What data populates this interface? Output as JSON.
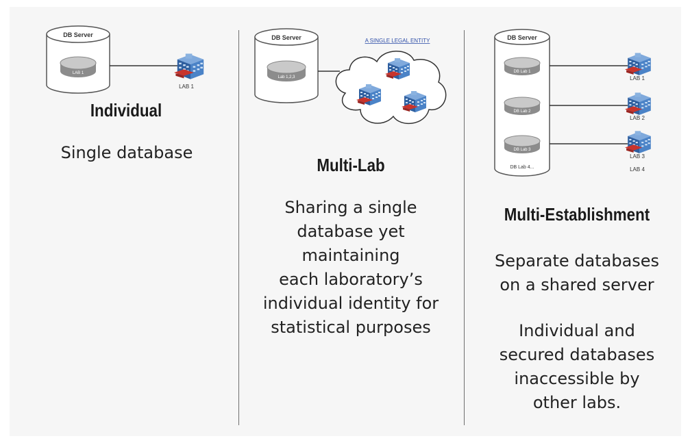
{
  "columns": [
    {
      "heading": "Individual",
      "lines": [
        "Single database"
      ],
      "diagram": {
        "server_label": "DB Server",
        "disk_labels": [
          "LAB 1"
        ],
        "building_labels": [
          "LAB 1"
        ]
      }
    },
    {
      "heading": "Multi-Lab",
      "lines": [
        "Sharing a single",
        "database yet",
        "maintaining",
        "each laboratory’s",
        "individual identity for",
        "statistical purposes"
      ],
      "diagram": {
        "server_label": "DB Server",
        "disk_labels": [
          "Lab 1,2,3"
        ],
        "entity_label": "A SINGLE LEGAL ENTITY"
      }
    },
    {
      "heading": "Multi-Establishment",
      "lines": [
        "Separate databases",
        "on a shared server"
      ],
      "lines2": [
        "Individual and",
        "secured databases",
        "inaccessible by",
        "other labs."
      ],
      "diagram": {
        "server_label": "DB Server",
        "disk_labels": [
          "DB Lab 1",
          "DB Lab 2",
          "DB Lab 3",
          "DB Lab 4..."
        ],
        "building_labels": [
          "LAB 1",
          "LAB 2",
          "LAB 3",
          "LAB 4"
        ]
      }
    }
  ],
  "colors": {
    "panel": "#f6f6f6",
    "divider": "#6e6e6e",
    "building_blue": "#3f74b8",
    "roof_red": "#c8342c",
    "entity_link": "#2f4fa8"
  }
}
